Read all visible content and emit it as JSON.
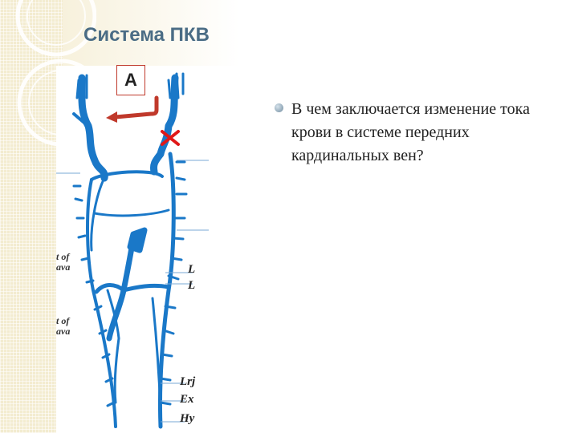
{
  "slide": {
    "title": "Система ПКВ",
    "bullet_text": "В чем заключается изменение тока крови в системе передних кардинальных вен?"
  },
  "diagram": {
    "marker_label": "A",
    "right_labels": [
      "L",
      "L",
      "Lrj",
      "Ex",
      "Hy"
    ],
    "left_fragments": [
      [
        "t of",
        "ava"
      ],
      [
        "t of",
        "ava"
      ]
    ]
  },
  "colors": {
    "title": "#4a6c85",
    "vessel": "#1a78c8",
    "arrow": "#c0392b",
    "cross": "#e01818",
    "deco": "#f3ecd0"
  },
  "icons": {
    "bullet": "round-bullet-icon",
    "arrow": "curved-arrow-icon",
    "cross": "cross-mark-icon"
  }
}
